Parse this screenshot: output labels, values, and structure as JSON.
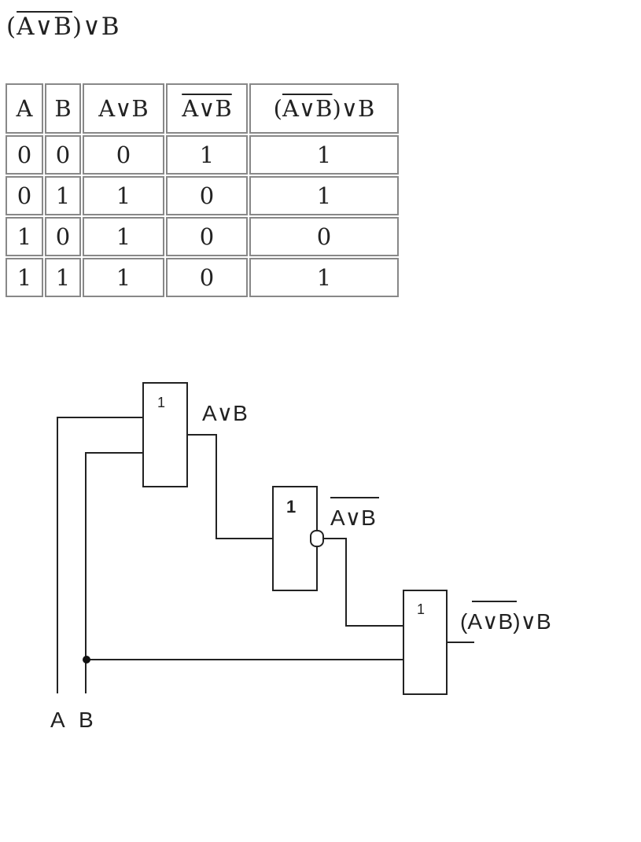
{
  "formula": {
    "open": "(",
    "negated": "A∨B",
    "close": ")∨B"
  },
  "table": {
    "headers": [
      {
        "pre": "",
        "neg": "",
        "post": "A"
      },
      {
        "pre": "",
        "neg": "",
        "post": "B"
      },
      {
        "pre": "",
        "neg": "",
        "post": "A∨B"
      },
      {
        "pre": "",
        "neg": "A∨B",
        "post": ""
      },
      {
        "pre": "(",
        "neg": "A∨B",
        "post": ")∨B"
      }
    ],
    "rows": [
      [
        "0",
        "0",
        "0",
        "1",
        "1"
      ],
      [
        "0",
        "1",
        "1",
        "0",
        "1"
      ],
      [
        "1",
        "0",
        "1",
        "0",
        "0"
      ],
      [
        "1",
        "1",
        "1",
        "0",
        "1"
      ]
    ]
  },
  "diagram": {
    "gate1_symbol": "1",
    "gate2_symbol": "1",
    "gate3_symbol": "1",
    "gate1_output_label": "A∨B",
    "gate2_output_label": "A∨B",
    "gate3_output_label": {
      "open": "(",
      "negated": "A∨B",
      "close": ")∨B"
    },
    "input_a": "A",
    "input_b": "B"
  }
}
